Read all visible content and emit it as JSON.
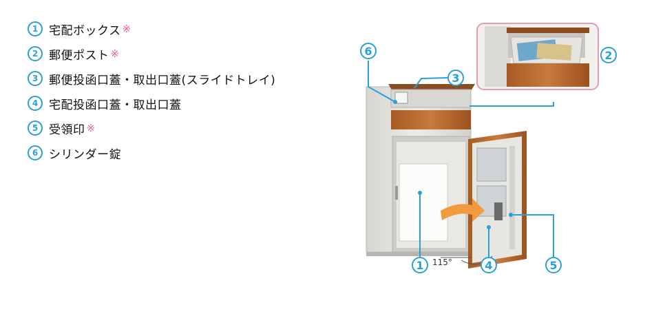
{
  "legend": [
    {
      "num": "1",
      "label": "宅配ボックス",
      "mark": "※"
    },
    {
      "num": "2",
      "label": "郵便ポスト",
      "mark": "※"
    },
    {
      "num": "3",
      "label": "郵便投函口蓋・取出口蓋(スライドトレイ)",
      "mark": ""
    },
    {
      "num": "4",
      "label": "宅配投函口蓋・取出口蓋",
      "mark": ""
    },
    {
      "num": "5",
      "label": "受領印",
      "mark": "※"
    },
    {
      "num": "6",
      "label": "シリンダー錠",
      "mark": ""
    }
  ],
  "figure": {
    "callouts": [
      "6",
      "3",
      "2",
      "1",
      "4",
      "5"
    ],
    "angle_label": "115°"
  },
  "colors": {
    "accent": "#2aa0d8",
    "mark": "#e9658c",
    "wood": "#b8692e",
    "body": "#e4e2dc"
  }
}
